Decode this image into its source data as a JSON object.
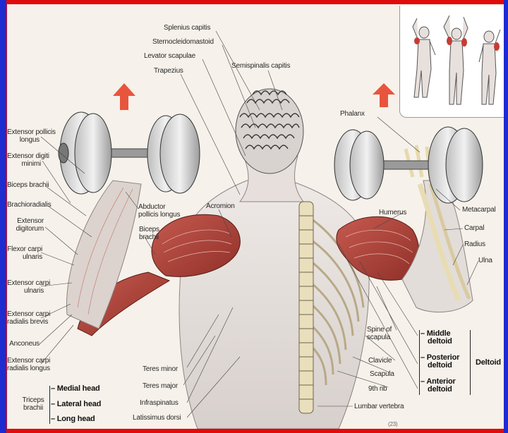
{
  "labels": {
    "splenius_capitis": "Splenius capitis",
    "sternocleidomastoid": "Sternocleidomastoid",
    "levator_scapulae": "Levator scapulae",
    "trapezius": "Trapezius",
    "semispinalis_capitis": "Semispinalis capitis",
    "extensor_pollicis_longus_1": "Extensor pollicis",
    "extensor_pollicis_longus_2": "longus",
    "extensor_digiti_minimi_1": "Extensor digiti",
    "extensor_digiti_minimi_2": "minimi",
    "biceps_brachii_left": "Biceps brachii",
    "brachioradialis": "Brachioradialis",
    "extensor_digitorum_1": "Extensor",
    "extensor_digitorum_2": "digitorum",
    "flexor_carpi_ulnaris_1": "Flexor carpi",
    "flexor_carpi_ulnaris_2": "ulnaris",
    "extensor_carpi_ulnaris_1": "Extensor carpi",
    "extensor_carpi_ulnaris_2": "ulnaris",
    "extensor_carpi_radialis_brevis_1": "Extensor carpi",
    "extensor_carpi_radialis_brevis_2": "radialis brevis",
    "anconeus": "Anconeus",
    "extensor_carpi_radialis_longus_1": "Extensor carpi",
    "extensor_carpi_radialis_longus_2": "radialis longus",
    "abductor_pollicis_longus_1": "Abductor",
    "abductor_pollicis_longus_2": "pollicis longus",
    "biceps_brachii_center_1": "Biceps",
    "biceps_brachii_center_2": "brachii",
    "acromion": "Acromion",
    "phalanx": "Phalanx",
    "humerus": "Humerus",
    "metacarpal": "Metacarpal",
    "carpal": "Carpal",
    "radius": "Radius",
    "ulna": "Ulna",
    "spine_of_scapula_1": "Spine of",
    "spine_of_scapula_2": "scapula",
    "clavicle": "Clavicle",
    "scapula": "Scapula",
    "ninth_rib": "9th rib",
    "lumbar_vertebra": "Lumbar vertebra",
    "teres_minor": "Teres minor",
    "teres_major": "Teres major",
    "infraspinatus": "Infraspinatus",
    "latissimus_dorsi": "Latissimus dorsi",
    "triceps_brachii_1": "Triceps",
    "triceps_brachii_2": "brachii",
    "medial_head": "– Medial head",
    "lateral_head": "– Lateral head",
    "long_head": "– Long head",
    "middle_deltoid_1": "– Middle",
    "middle_deltoid_2": "deltoid",
    "posterior_deltoid_1": "– Posterior",
    "posterior_deltoid_2": "deltoid",
    "anterior_deltoid_1": "– Anterior",
    "anterior_deltoid_2": "deltoid",
    "deltoid": "Deltoid",
    "page_fragment": "(23)"
  },
  "colors": {
    "border_red": "#e10b0b",
    "border_blue": "#1d2bd0",
    "muscle_red": "#b4473f",
    "bone": "#ede4c4",
    "arrow": "#e8553d"
  },
  "icons": {
    "arrow_left": "up-arrow-icon",
    "arrow_right": "up-arrow-icon"
  }
}
